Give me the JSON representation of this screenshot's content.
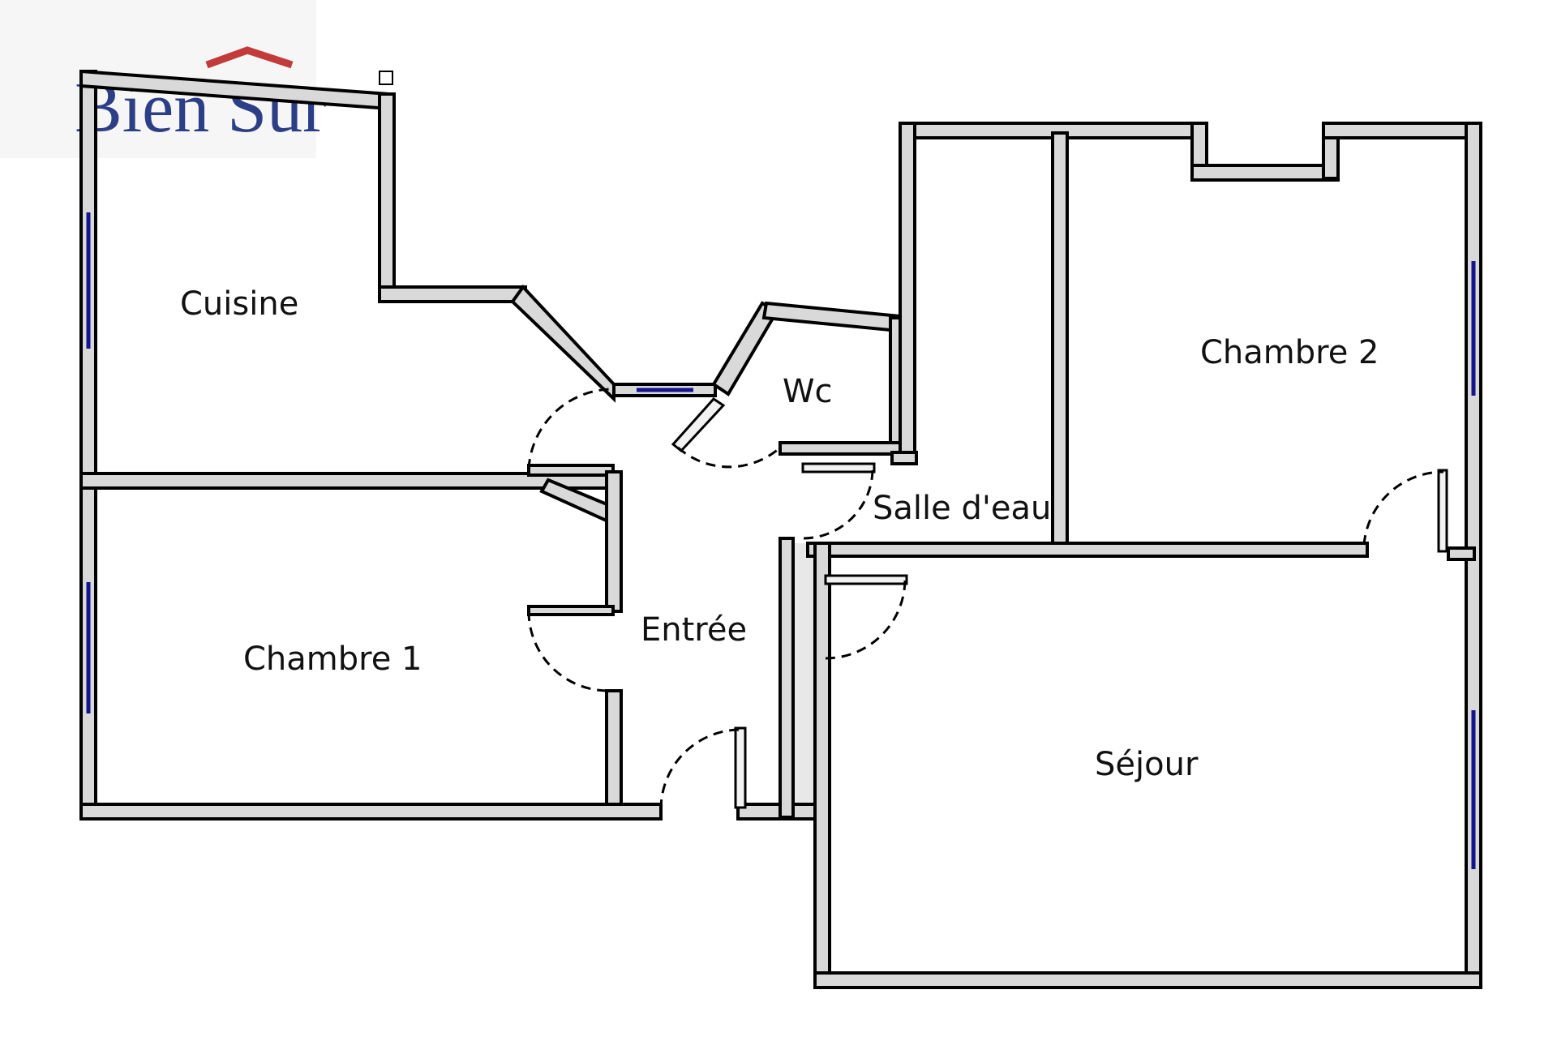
{
  "logo": {
    "text": "Bien Sur",
    "roof_color": "#c23a3a",
    "text_color": "#2c3f86"
  },
  "rooms": [
    {
      "id": "cuisine",
      "label": "Cuisine"
    },
    {
      "id": "chambre-1",
      "label": "Chambre 1"
    },
    {
      "id": "entree",
      "label": "Entrée"
    },
    {
      "id": "wc",
      "label": "Wc"
    },
    {
      "id": "salle-deau",
      "label": "Salle d'eau"
    },
    {
      "id": "chambre-2",
      "label": "Chambre 2"
    },
    {
      "id": "sejour",
      "label": "Séjour"
    }
  ],
  "colors": {
    "wall_outline": "#000000",
    "wall_fill": "#d9d9d9",
    "window": "#14148c"
  }
}
